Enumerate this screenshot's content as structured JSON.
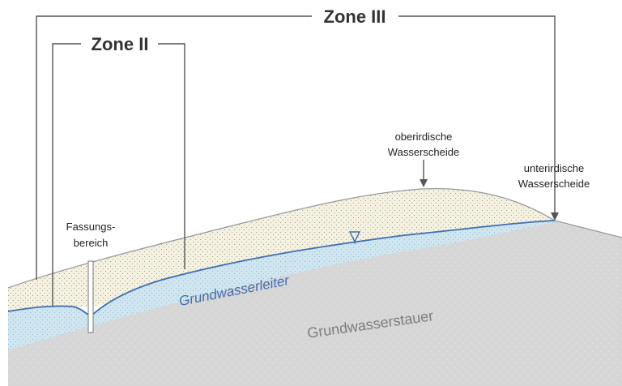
{
  "zones": {
    "zone3_label": "Zone III",
    "zone2_label": "Zone II"
  },
  "annotations": {
    "catchment_line1": "Fassungs-",
    "catchment_line2": "bereich",
    "surface_divide_line1": "oberirdische",
    "surface_divide_line2": "Wasserscheide",
    "subsurface_divide_line1": "unterirdische",
    "subsurface_divide_line2": "Wasserscheide"
  },
  "layers": {
    "aquifer": "Grundwasserleiter",
    "aquitard": "Grundwasserstauer"
  },
  "colors": {
    "sand": "#f4f1e1",
    "aquifer": "#cfe5f0",
    "aquitard": "#d6d6d6",
    "water_table": "#3f6fb0",
    "bracket": "#555555"
  },
  "icons": {
    "water_table_marker": "triangle-down-icon"
  }
}
